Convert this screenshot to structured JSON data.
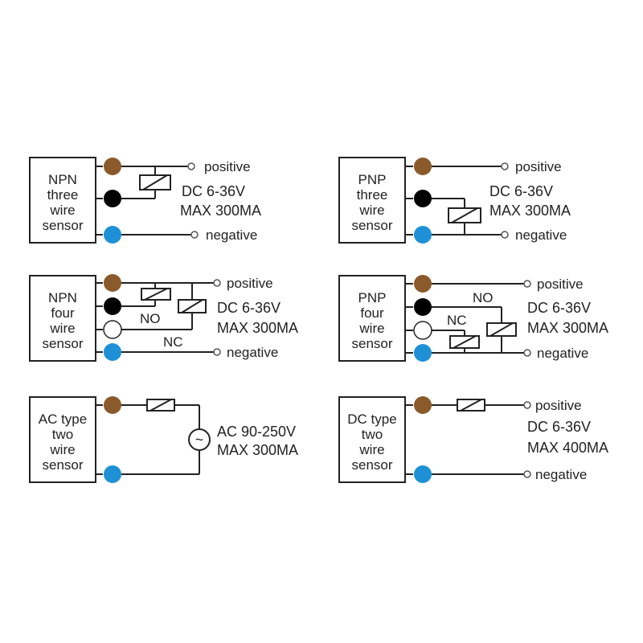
{
  "colors": {
    "brown": "#8B5A2B",
    "black": "#000000",
    "white": "#FFFFFF",
    "blue": "#1E90D6",
    "line": "#222222"
  },
  "panels": {
    "npn3": {
      "sensor_lines": [
        "NPN",
        "three",
        "wire",
        "sensor"
      ],
      "positive": "positive",
      "negative": "negative",
      "spec_lines": [
        "DC 6-36V",
        "MAX 300MA"
      ]
    },
    "pnp3": {
      "sensor_lines": [
        "PNP",
        "three",
        "wire",
        "sensor"
      ],
      "positive": "positive",
      "negative": "negative",
      "spec_lines": [
        "DC 6-36V",
        "MAX 300MA"
      ]
    },
    "npn4": {
      "sensor_lines": [
        "NPN",
        "four",
        "wire",
        "sensor"
      ],
      "positive": "positive",
      "negative": "negative",
      "no_label": "NO",
      "nc_label": "NC",
      "spec_lines": [
        "DC 6-36V",
        "MAX 300MA"
      ]
    },
    "pnp4": {
      "sensor_lines": [
        "PNP",
        "four",
        "wire",
        "sensor"
      ],
      "positive": "positive",
      "negative": "negative",
      "no_label": "NO",
      "nc_label": "NC",
      "spec_lines": [
        "DC 6-36V",
        "MAX 300MA"
      ]
    },
    "ac2": {
      "sensor_lines": [
        "AC type",
        "two",
        "wire",
        "sensor"
      ],
      "spec_lines": [
        "AC 90-250V",
        "MAX 300MA"
      ],
      "source_symbol": "~"
    },
    "dc2": {
      "sensor_lines": [
        "DC type",
        "two",
        "wire",
        "sensor"
      ],
      "positive": "positive",
      "negative": "negative",
      "spec_lines": [
        "DC 6-36V",
        "MAX 400MA"
      ]
    }
  }
}
